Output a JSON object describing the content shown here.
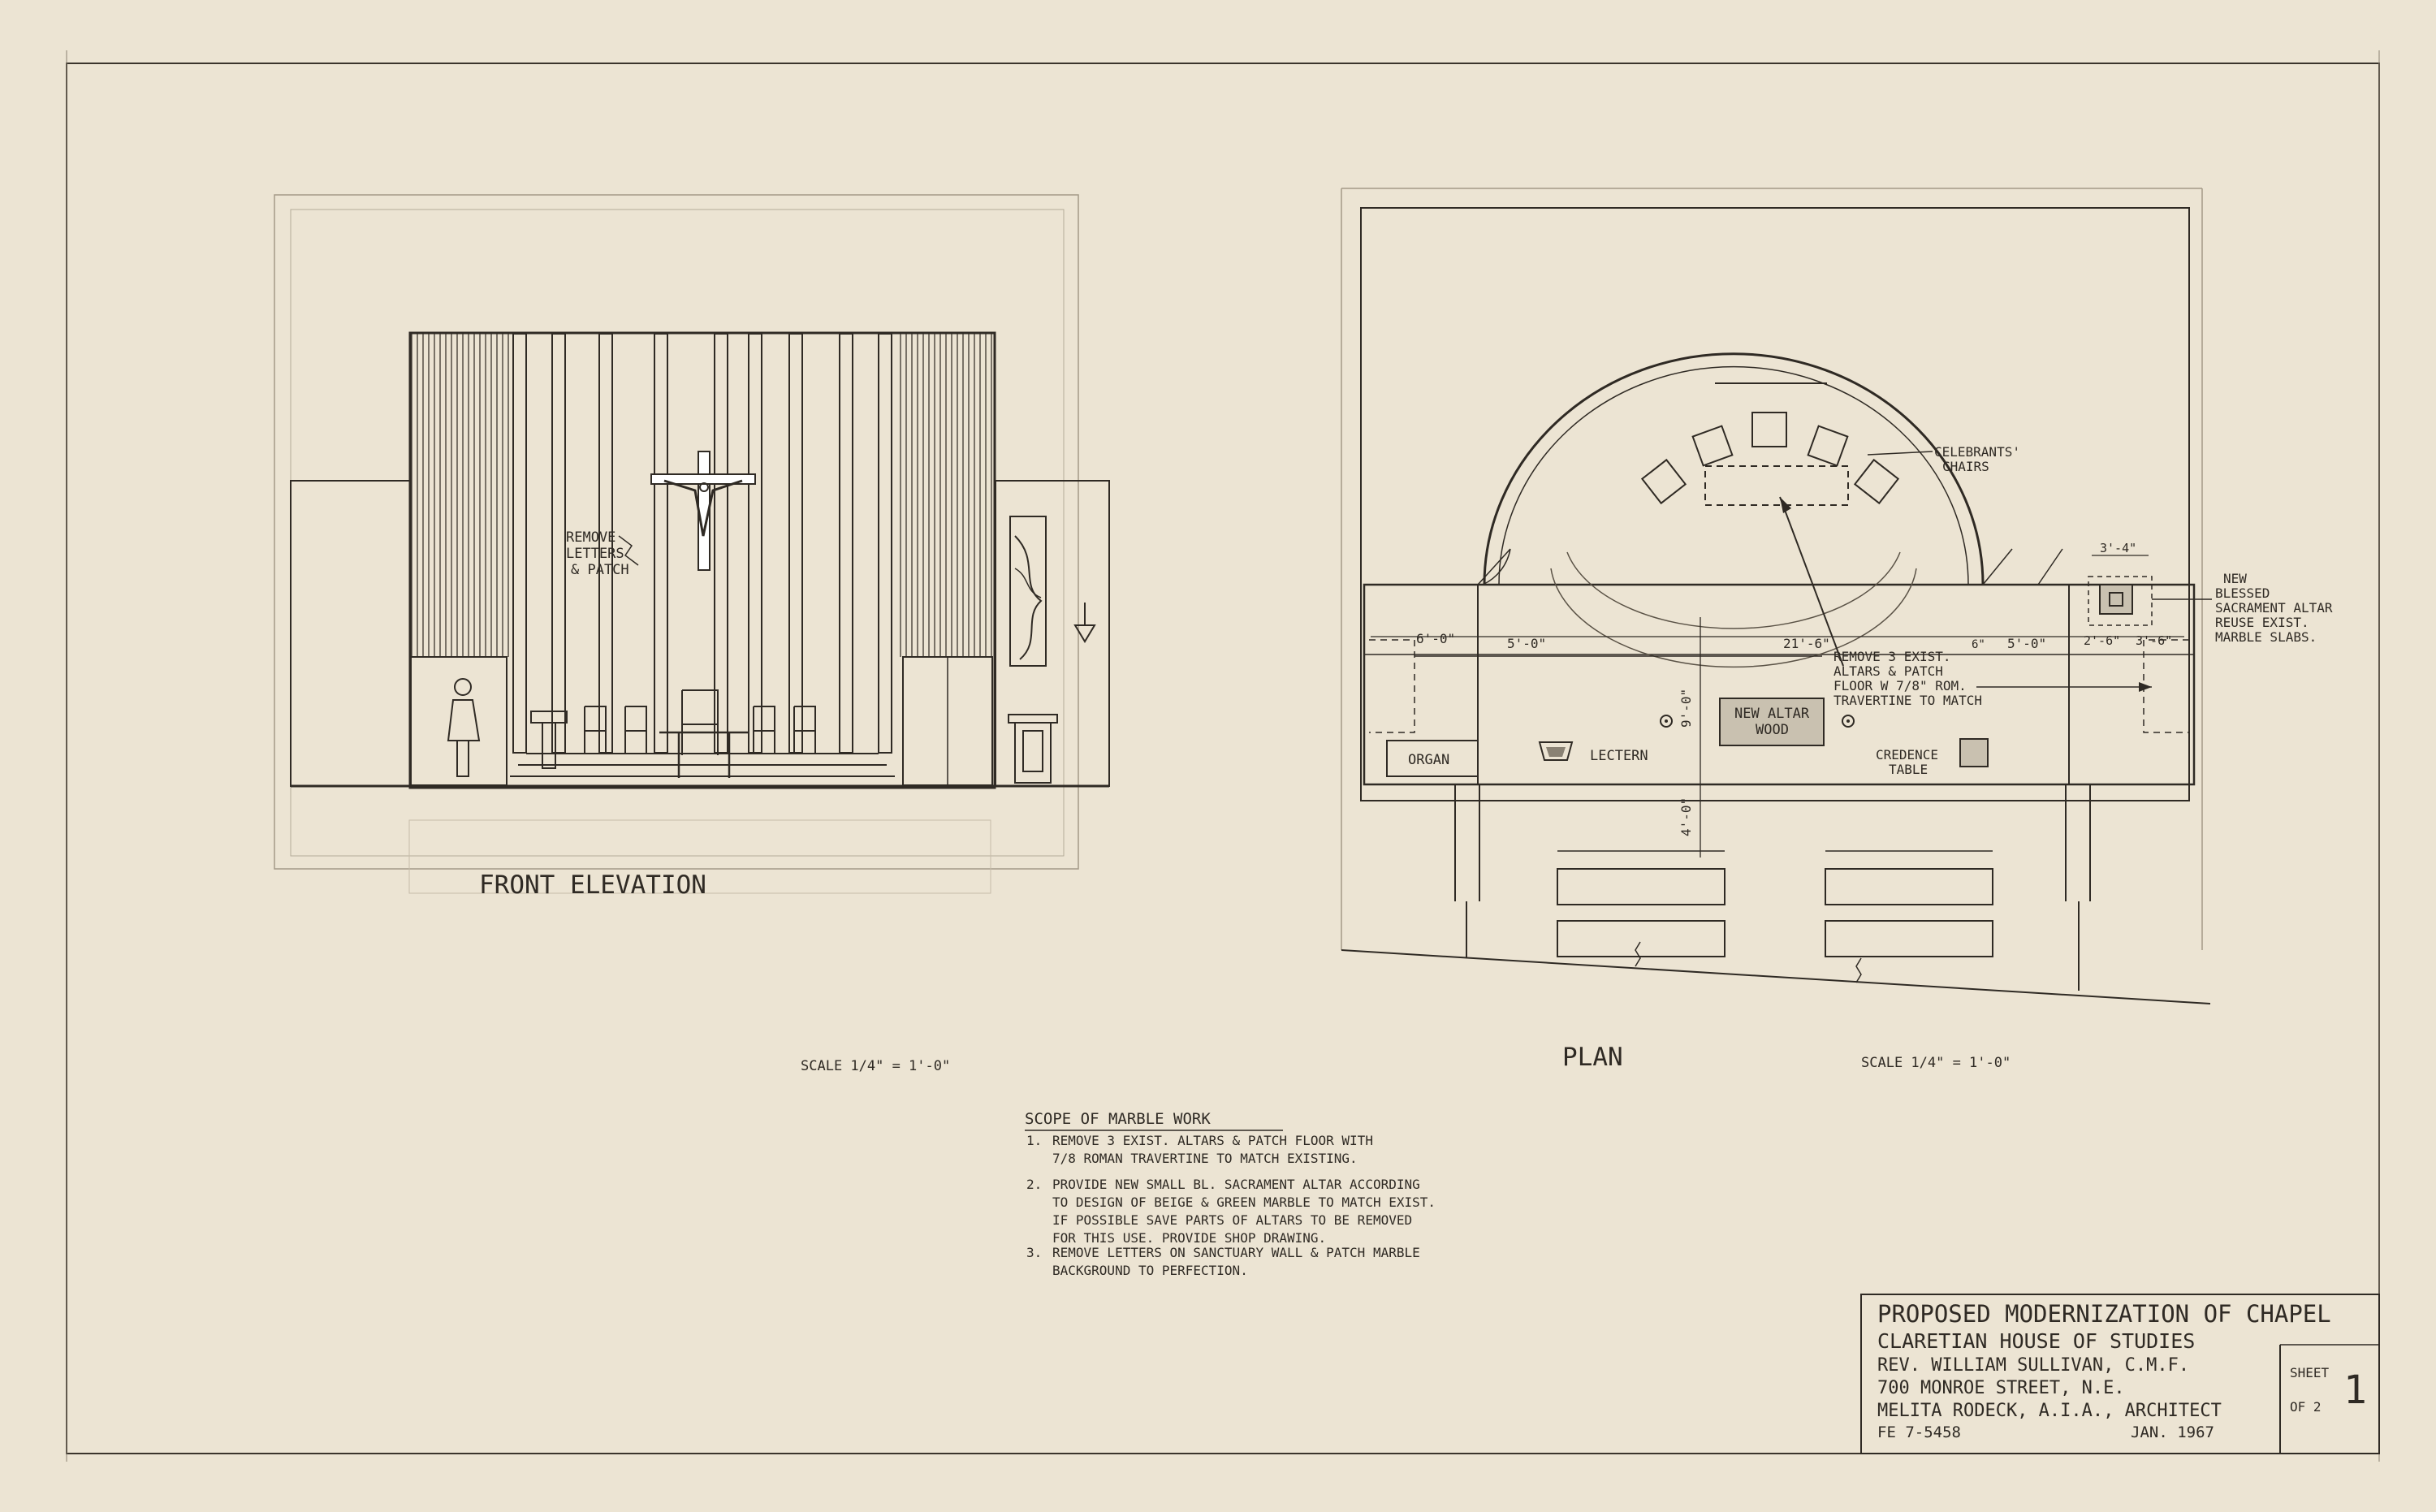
{
  "drawing": {
    "front_elevation": {
      "title": "FRONT ELEVATION",
      "scale": "SCALE 1/4\" = 1'-0\"",
      "note_remove_letters": [
        "REMOVE",
        "LETTERS",
        "& PATCH"
      ]
    },
    "plan": {
      "title": "PLAN",
      "scale": "SCALE 1/4\" = 1'-0\"",
      "labels": {
        "celebrants_chairs": [
          "CELEBRANTS'",
          "CHAIRS"
        ],
        "remove_altars": [
          "REMOVE 3 EXIST.",
          "ALTARS & PATCH",
          "FLOOR W 7/8\" ROM.",
          "TRAVERTINE TO MATCH"
        ],
        "new_altar": [
          "NEW ALTAR",
          "WOOD"
        ],
        "organ": "ORGAN",
        "lectern": "LECTERN",
        "credence_table": [
          "CREDENCE",
          "TABLE"
        ],
        "new_sacrament_altar": [
          "NEW",
          "BLESSED",
          "SACRAMENT ALTAR",
          "REUSE EXIST.",
          "MARBLE SLABS."
        ]
      },
      "dimensions": {
        "d1": "6'-0\"",
        "d2": "5'-0\"",
        "d3": "21'-6\"",
        "d4": "6\"",
        "d5": "5'-0\"",
        "d6": "2'-6\"",
        "d7": "3'-6\"",
        "d8": "3'-4\"",
        "d9": "9'-0\"",
        "d10": "4'-0\""
      }
    },
    "scope": {
      "heading": "SCOPE OF MARBLE WORK",
      "items": [
        {
          "num": "1.",
          "lines": [
            "REMOVE 3 EXIST. ALTARS & PATCH FLOOR WITH",
            "7/8 ROMAN TRAVERTINE TO MATCH EXISTING."
          ]
        },
        {
          "num": "2.",
          "lines": [
            "PROVIDE NEW SMALL BL. SACRAMENT ALTAR ACCORDING",
            "TO DESIGN OF BEIGE & GREEN MARBLE TO MATCH EXIST.",
            "IF POSSIBLE SAVE PARTS OF ALTARS TO BE REMOVED",
            "FOR THIS USE. PROVIDE SHOP DRAWING."
          ]
        },
        {
          "num": "3.",
          "lines": [
            "REMOVE LETTERS ON SANCTUARY WALL & PATCH MARBLE",
            "BACKGROUND TO PERFECTION."
          ]
        }
      ]
    },
    "title_block": {
      "title": "PROPOSED MODERNIZATION OF CHAPEL",
      "line1": "CLARETIAN HOUSE OF STUDIES",
      "line2": "REV. WILLIAM SULLIVAN, C.M.F.",
      "line3": "700 MONROE STREET, N.E.",
      "line4": "MELITA RODECK, A.I.A., ARCHITECT",
      "phone": "FE 7-5458",
      "date": "JAN. 1967",
      "sheet_label": "SHEET",
      "sheet_num": "1",
      "sheet_of": "OF 2"
    }
  }
}
